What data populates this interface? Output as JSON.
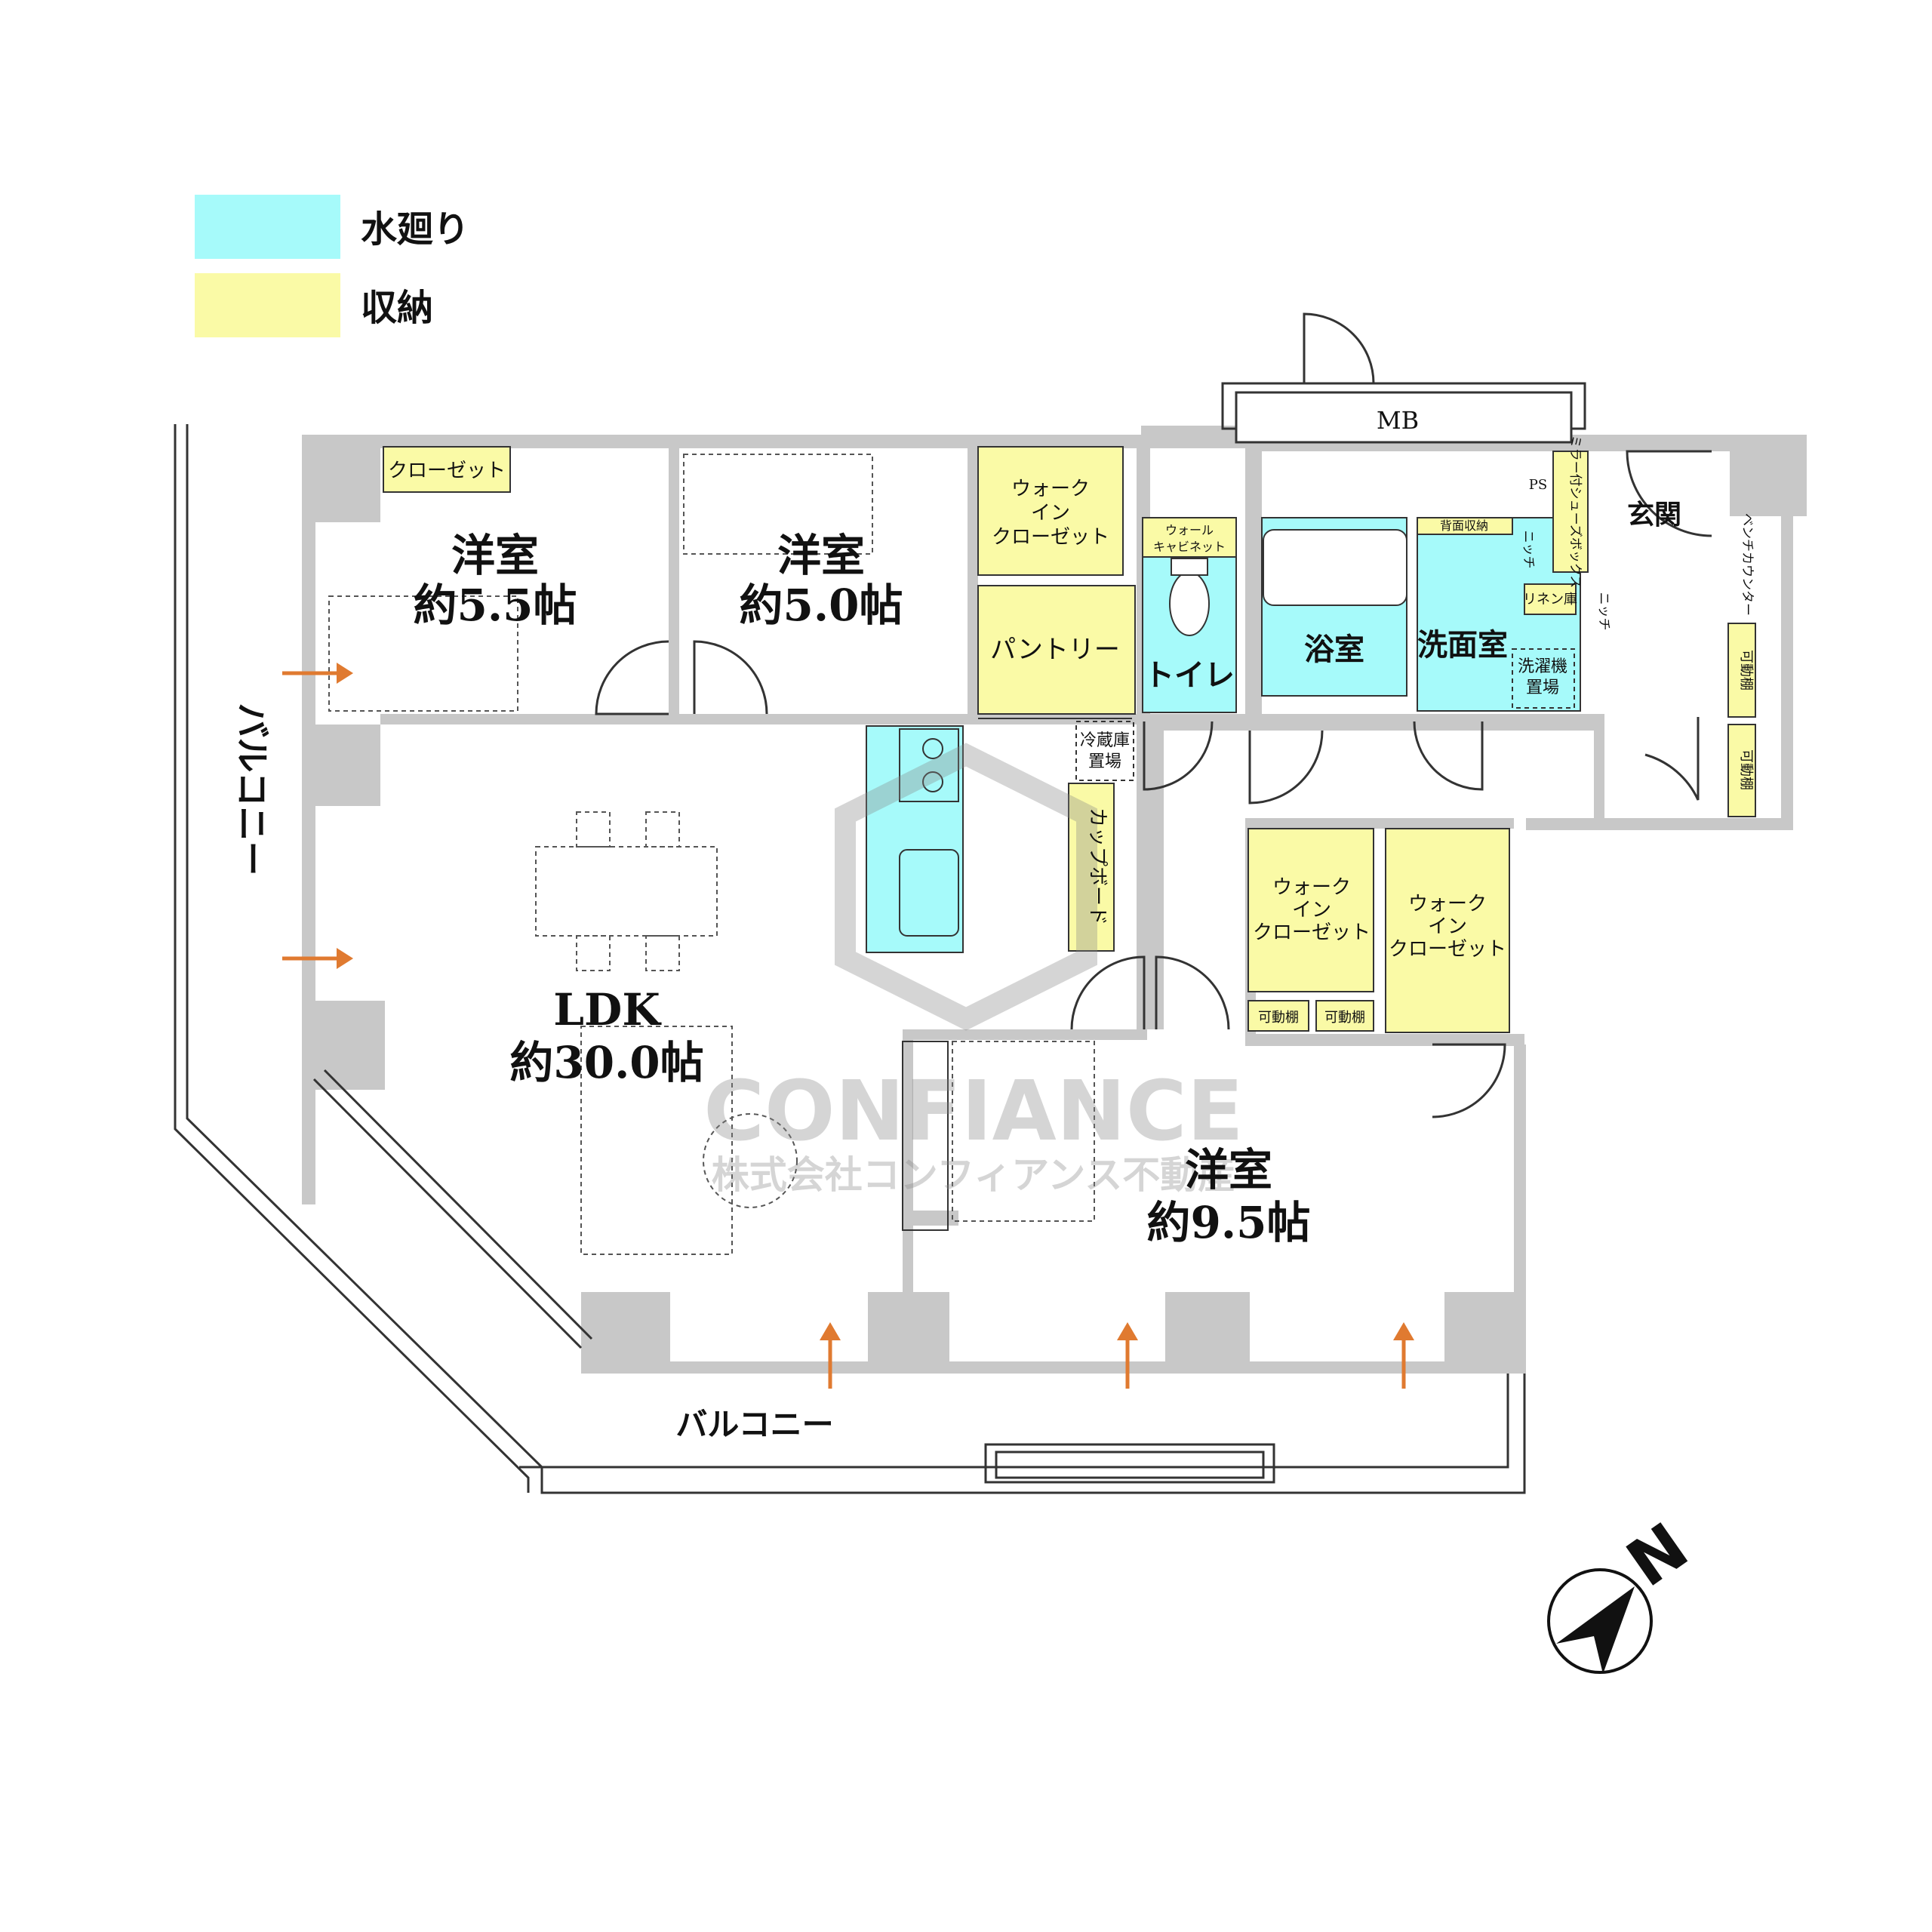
{
  "legend": [
    {
      "label": "水廻り",
      "color": "#a6fafa"
    },
    {
      "label": "収納",
      "color": "#fafaa6"
    }
  ],
  "colors": {
    "wall": "#c8c8c8",
    "water": "#a6fafa",
    "storage": "#fafaa6",
    "line": "#333333",
    "arrow": "#e07a30"
  },
  "rooms": {
    "western1": {
      "name": "洋室",
      "size": "約5.5帖"
    },
    "western2": {
      "name": "洋室",
      "size": "約5.0帖"
    },
    "western3": {
      "name": "洋室",
      "size": "約9.5帖"
    },
    "ldk": {
      "name": "LDK",
      "size": "約30.0帖"
    },
    "toilet": "トイレ",
    "bath": "浴室",
    "washroom": "洗面室",
    "entrance": "玄関"
  },
  "storage": {
    "closet": "クローゼット",
    "wic1": [
      "ウォーク",
      "イン",
      "クローゼット"
    ],
    "wic2": [
      "ウォーク",
      "イン",
      "クローゼット"
    ],
    "wic3": [
      "ウォーク",
      "イン",
      "クローゼット"
    ],
    "pantry": "パントリー",
    "wall_cabinet": [
      "ウォール",
      "キャビネット"
    ],
    "back_storage": "背面収納",
    "niche1": "ニッチ",
    "niche2": "ニッチ",
    "linen": "リネン庫",
    "washer": [
      "洗濯機",
      "置場"
    ],
    "shoebox": "ミラー付シューズボックス",
    "bench": "ベンチカウンター",
    "shelf_a": "可動棚",
    "shelf_b": "可動棚",
    "shelf_c": "可動棚",
    "shelf_d": "可動棚",
    "fridge": [
      "冷蔵庫",
      "置場"
    ],
    "cupboard": "カップボード"
  },
  "misc": {
    "mb": "MB",
    "ps": "PS",
    "balcony_west": "バルコニー",
    "balcony_south": "バルコニー",
    "north": "N"
  },
  "watermark": {
    "brand": "CONFIANCE",
    "company": "株式会社コンフィアンス不動産"
  }
}
